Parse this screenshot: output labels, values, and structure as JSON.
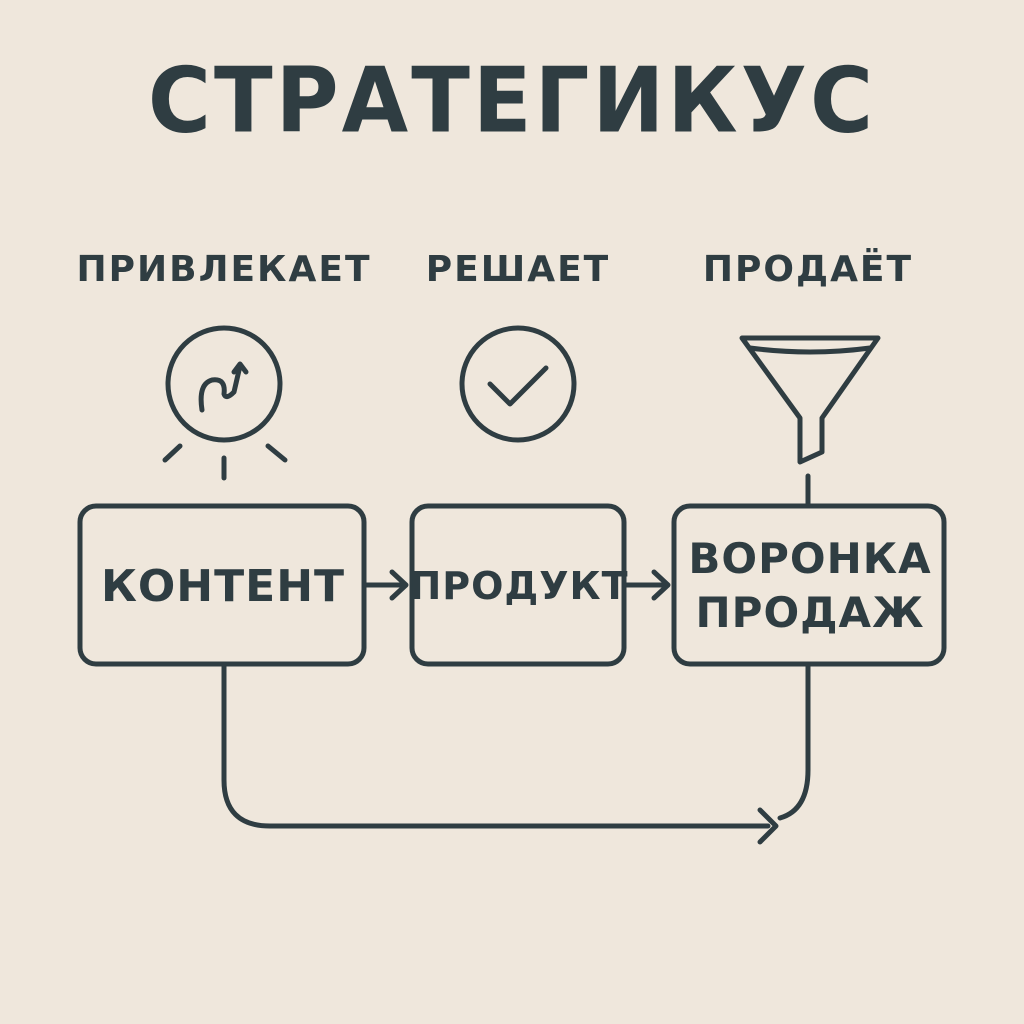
{
  "title": "СТРАТЕГИКУС",
  "stages": [
    {
      "label": "ПРИВЛЕКАЕТ",
      "icon": "attraction-icon"
    },
    {
      "label": "РЕШАЕТ",
      "icon": "check-circle-icon"
    },
    {
      "label": "ПРОДАЁТ",
      "icon": "funnel-icon"
    }
  ],
  "boxes": {
    "content": "КОНТЕНТ",
    "product": "ПРОДУКТ",
    "funnel_line1": "ВОРОНКА",
    "funnel_line2": "ПРОДАЖ"
  },
  "colors": {
    "background": "#efe7dc",
    "ink": "#2f3d42"
  }
}
